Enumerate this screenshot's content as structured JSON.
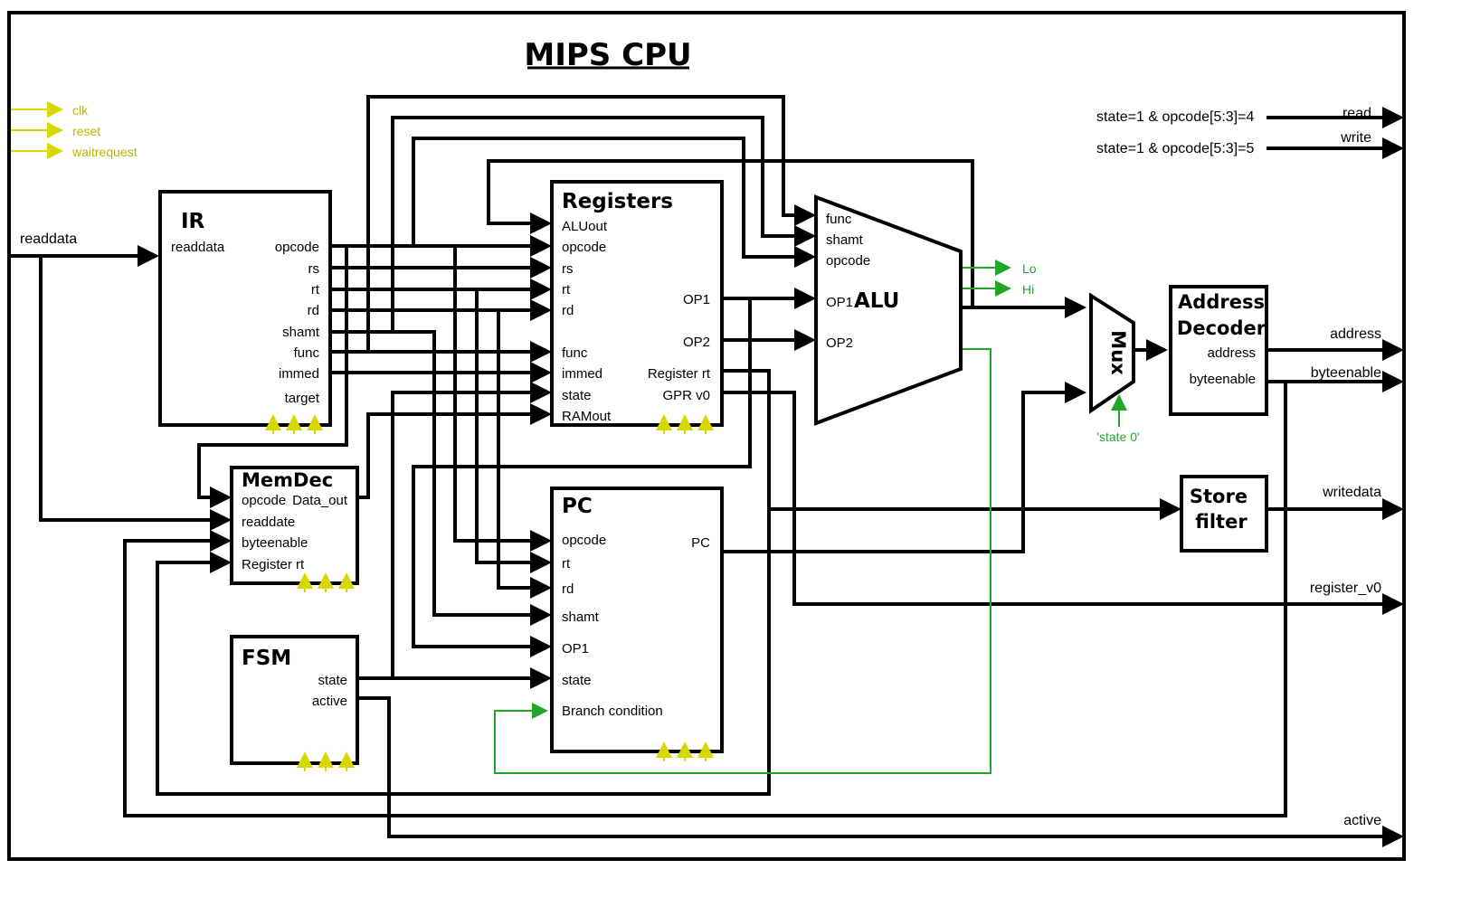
{
  "title": "MIPS CPU",
  "inputs": {
    "clk": "clk",
    "reset": "reset",
    "waitrequest": "waitrequest",
    "readdata": "readdata"
  },
  "ir": {
    "name": "IR",
    "readdata": "readdata",
    "opcode": "opcode",
    "rs": "rs",
    "rt": "rt",
    "rd": "rd",
    "shamt": "shamt",
    "func": "func",
    "immed": "immed",
    "target": "target"
  },
  "registers": {
    "name": "Registers",
    "aluout": "ALUout",
    "opcode": "opcode",
    "rs": "rs",
    "rt": "rt",
    "rd": "rd",
    "func": "func",
    "immed": "immed",
    "state": "state",
    "ramout": "RAMout",
    "op1": "OP1",
    "op2": "OP2",
    "register_rt": "Register rt",
    "gpr_v0": "GPR v0"
  },
  "alu": {
    "name": "ALU",
    "func": "func",
    "shamt": "shamt",
    "opcode": "opcode",
    "op1": "OP1",
    "op2": "OP2",
    "lo": "Lo",
    "hi": "Hi"
  },
  "memdec": {
    "name": "MemDec",
    "opcode": "opcode",
    "data_out": "Data_out",
    "readdate": "readdate",
    "byteenable": "byteenable",
    "register_rt": "Register rt"
  },
  "pc": {
    "name": "PC",
    "opcode": "opcode",
    "rt": "rt",
    "rd": "rd",
    "shamt": "shamt",
    "op1": "OP1",
    "state": "state",
    "branch": "Branch condition",
    "pc_out": "PC"
  },
  "fsm": {
    "name": "FSM",
    "state": "state",
    "active": "active"
  },
  "mux": {
    "name": "Mux",
    "select": "'state 0'"
  },
  "addr_decoder": {
    "name_1": "Address",
    "name_2": "Decoder",
    "address": "address",
    "byteenable": "byteenable"
  },
  "store_filter": {
    "name_1": "Store",
    "name_2": "filter"
  },
  "conditions": {
    "read_cond": "state=1 & opcode[5:3]=4",
    "write_cond": "state=1 & opcode[5:3]=5"
  },
  "outputs": {
    "read": "read",
    "write": "write",
    "address": "address",
    "byteenable": "byteenable",
    "writedata": "writedata",
    "register_v0": "register_v0",
    "active": "active"
  },
  "colors": {
    "wire": "#000000",
    "control_wire": "#22a52a",
    "clock_marker": "#d8d800",
    "input_label": "#b8b800"
  }
}
